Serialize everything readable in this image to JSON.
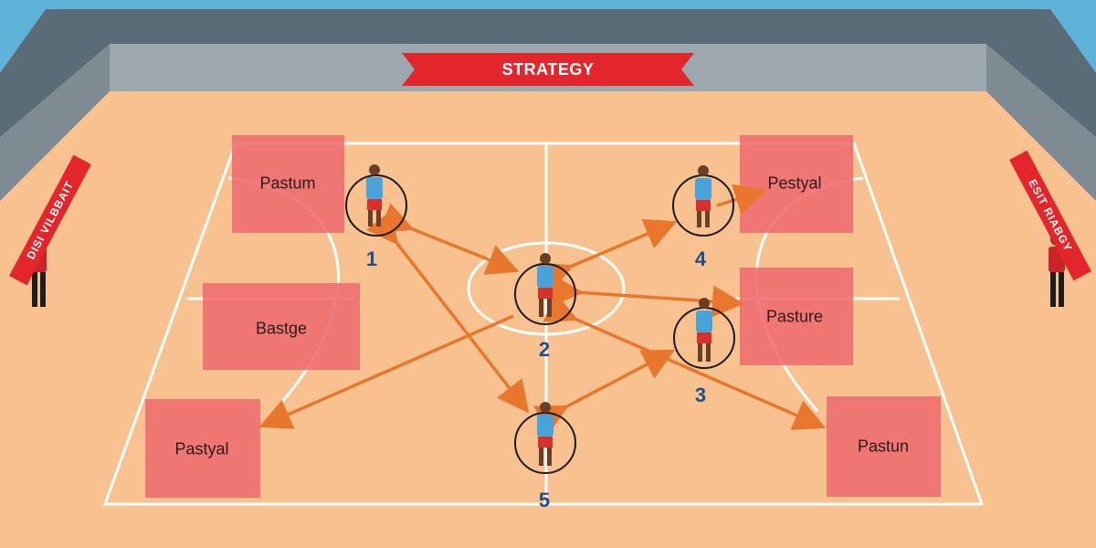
{
  "banner": {
    "title": "STRATEGY"
  },
  "side_banners": {
    "left": "DISI VILBBAIT",
    "right": "ESIT RIABGY"
  },
  "zones": [
    {
      "id": "pastum-top-left",
      "label": "Pastum"
    },
    {
      "id": "bastge",
      "label": "Bastge"
    },
    {
      "id": "pastyal",
      "label": "Pastyal"
    },
    {
      "id": "pestyal",
      "label": "Pestyal"
    },
    {
      "id": "pasture",
      "label": "Pasture"
    },
    {
      "id": "pastun",
      "label": "Pastun"
    }
  ],
  "players": [
    {
      "number": "1"
    },
    {
      "number": "2"
    },
    {
      "number": "3"
    },
    {
      "number": "4"
    },
    {
      "number": "5"
    }
  ],
  "colors": {
    "court": "#f7c28f",
    "court_lines": "#ffffff",
    "zone_fill": "#ef6b6f",
    "arrow": "#e8762c",
    "banner": "#e3262b",
    "jersey": "#4aa3d8",
    "shorts": "#d9302c",
    "number": "#1f4e8c"
  }
}
